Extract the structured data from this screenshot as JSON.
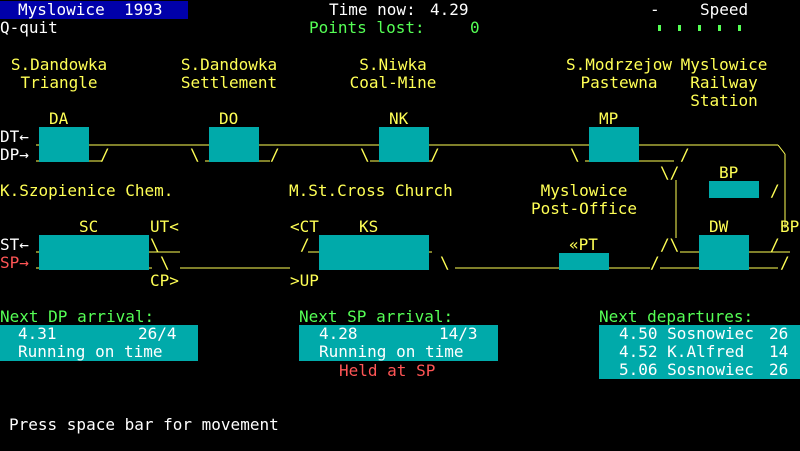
{
  "colors": {
    "yellow": "#ffff55",
    "white": "#ffffff",
    "green": "#55ff55",
    "red": "#ff5555",
    "cyan": "#00aaaa",
    "blue": "#0000aa"
  },
  "header": {
    "title": "Myslowice  1993",
    "quit_hint": "Q-quit",
    "time_label": "Time now:",
    "time_value": "4.29",
    "points_label": "Points lost:",
    "points_value": "0",
    "speed_minus": "-",
    "speed_label": "Speed",
    "speed_level": 5
  },
  "stations": [
    {
      "id": "s-dandowka-triangle",
      "lines": [
        "S.Dandowka",
        "Triangle"
      ]
    },
    {
      "id": "s-dandowka-settlement",
      "lines": [
        "S.Dandowka",
        "Settlement"
      ]
    },
    {
      "id": "s-niwka-coal-mine",
      "lines": [
        "S.Niwka",
        "Coal-Mine"
      ]
    },
    {
      "id": "s-modrzejow-pastewna",
      "lines": [
        "S.Modrzejow",
        "Pastewna"
      ]
    },
    {
      "id": "myslowice-railway-station",
      "lines": [
        "Myslowice",
        "Railway",
        "Station"
      ]
    },
    {
      "id": "k-szopienice-chem",
      "lines": [
        "K.Szopienice Chem."
      ]
    },
    {
      "id": "m-st-cross-church",
      "lines": [
        "M.St.Cross Church"
      ]
    },
    {
      "id": "myslowice-post-office",
      "lines": [
        "Myslowice",
        "Post-Office"
      ]
    }
  ],
  "platforms": {
    "DA": "DA",
    "DO": "DO",
    "NK": "NK",
    "MP": "MP",
    "BP": "BP",
    "SC": "SC",
    "KS": "KS",
    "PT": "«PT",
    "DW": "DW"
  },
  "track_labels": {
    "DT": "DT←",
    "DP": "DP→",
    "ST": "ST←",
    "SP": "SP→",
    "UT": "UT<",
    "CP": "CP>",
    "CT": "<CT",
    "UP": ">UP",
    "BP_side": "BP"
  },
  "panels": {
    "dp": {
      "heading": "Next DP arrival:",
      "time": "4.31",
      "code": "26/4",
      "status": "Running on time"
    },
    "sp": {
      "heading": "Next SP arrival:",
      "time": "4.28",
      "code": "14/3",
      "status": "Running on time",
      "alert": "Held at SP"
    },
    "departures": {
      "heading": "Next departures:",
      "rows": [
        {
          "time": "4.50",
          "dest": "Sosnowiec",
          "code": "26"
        },
        {
          "time": "4.52",
          "dest": "K.Alfred",
          "code": "14"
        },
        {
          "time": "5.06",
          "dest": "Sosnowiec",
          "code": "26"
        }
      ]
    }
  },
  "footer": {
    "prompt": "Press space bar for movement"
  }
}
